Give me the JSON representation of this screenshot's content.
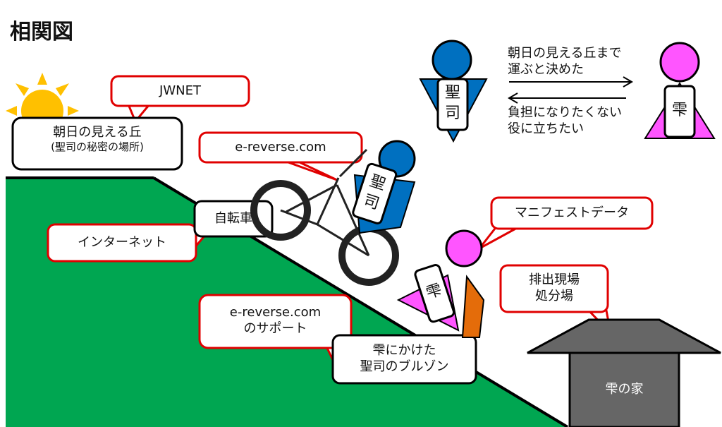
{
  "title": "相関図",
  "colors": {
    "hill": "#00a651",
    "callout_border": "#e00000",
    "seiji": "#0070c0",
    "shizuku": "#ff55ff",
    "sun": "#ffc000",
    "roof": "#666666",
    "jacket": "#e46c0a"
  },
  "labels": {
    "jwnet": "JWNET",
    "hill_line1": "朝日の見える丘",
    "hill_line2": "(聖司の秘密の場所)",
    "ereverse": "e-reverse.com",
    "bicycle": "自転車",
    "internet": "インターネット",
    "manifest": "マニフェストデータ",
    "support_line1": "e-reverse.com",
    "support_line2": "のサポート",
    "jacket_line1": "雫にかけた",
    "jacket_line2": "聖司のブルゾン",
    "disposal_line1": "排出現場",
    "disposal_line2": "処分場",
    "house": "雫の家"
  },
  "relation": {
    "seiji_text_line1": "朝日の見える丘まで",
    "seiji_text_line2": "運ぶと決めた",
    "shizuku_text_line1": "負担になりたくない",
    "shizuku_text_line2": "役に立ちたい"
  },
  "characters": {
    "seiji_name": "聖",
    "seiji_name2": "司",
    "shizuku_name": "雫"
  }
}
